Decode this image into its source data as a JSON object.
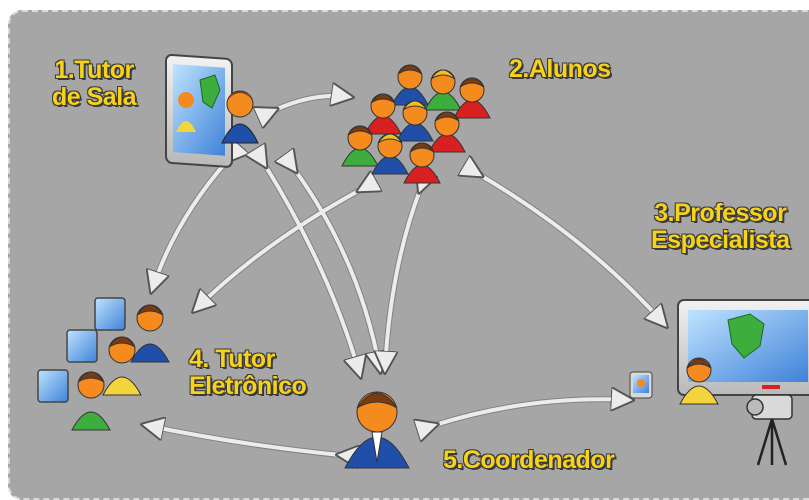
{
  "labels": {
    "tutor_sala": "1.Tutor\nde Sala",
    "alunos": "2.Alunos",
    "professor": "3.Professor\nEspecialista",
    "tutor_eletronico": "4. Tutor\nEletrônico",
    "coordenador": "5.Coordenador"
  },
  "colors": {
    "background": "#a6a6a6",
    "label_text": "#f7d21a",
    "arrow": "#e6e6e6",
    "suit_blue": "#1f4fa8",
    "skin": "#f58a1f",
    "hair": "#7a3b12"
  },
  "icons": [
    "classroom-screen-icon",
    "students-group-icon",
    "teacher-screen-icon",
    "camera-icon",
    "computer-operators-icon",
    "coordinator-icon"
  ]
}
